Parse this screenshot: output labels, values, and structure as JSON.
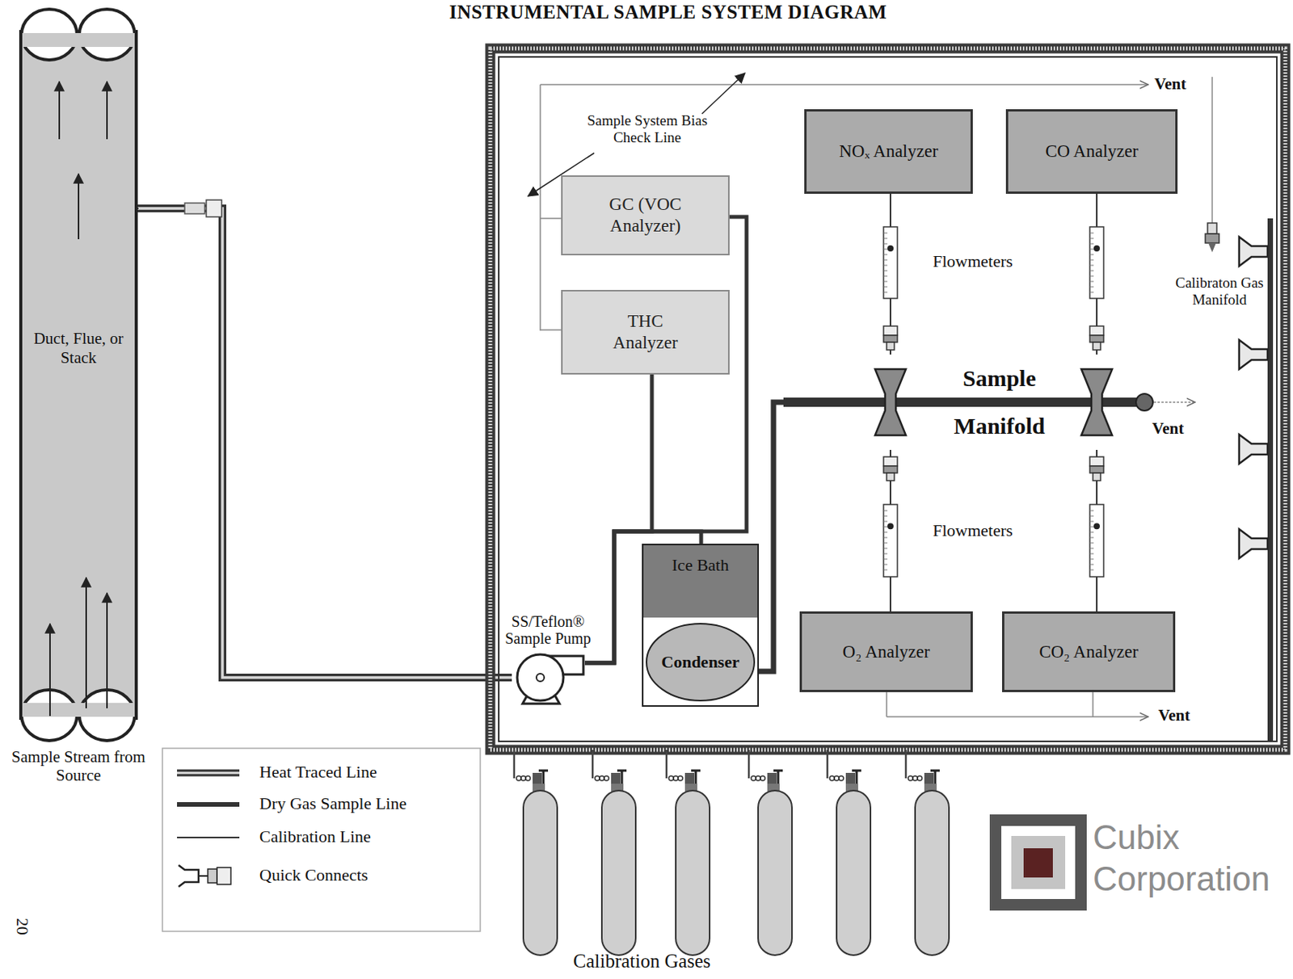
{
  "diagram": {
    "title": "INSTRUMENTAL SAMPLE SYSTEM DIAGRAM",
    "nodes": [
      {
        "text": [
          "Duct, Flue, or Stack",
          "Sample Stream from Source"
        ]
      },
      {
        "text": [
          "GC (VOC Analyzer)"
        ]
      },
      {
        "text": [
          "THC Analyzer"
        ]
      },
      {
        "text": [
          "NOₓ Analyzer"
        ]
      },
      {
        "text": [
          "CO Analyzer"
        ]
      },
      {
        "text": [
          "Sample Manifold"
        ]
      },
      {
        "text": [
          "SS/Teflon® Sample Pump"
        ]
      },
      {
        "text": [
          "Ice Bath"
        ]
      },
      {
        "text": [
          "Condenser"
        ],
        "in": 7
      },
      {
        "text": [
          "O₂ Analyzer"
        ]
      },
      {
        "text": [
          "CO₂ Analyzer"
        ]
      }
    ],
    "edges": [
      {
        "from": 0,
        "to": 6,
        "arrow": "none"
      },
      {
        "from": 6,
        "to": 2,
        "arrow": "none"
      },
      {
        "from": 6,
        "to": 1,
        "arrow": "none"
      },
      {
        "from": 6,
        "to": 7,
        "arrow": "none"
      },
      {
        "from": 8,
        "to": 5,
        "arrow": "none"
      },
      {
        "from": 5,
        "to": 3,
        "arrow": "none"
      },
      {
        "from": 5,
        "to": 4,
        "arrow": "none"
      },
      {
        "from": 5,
        "to": 9,
        "arrow": "none"
      },
      {
        "from": 5,
        "to": 10,
        "arrow": "none"
      }
    ],
    "labels": [
      "Vent",
      "Sample System Bias Check Line",
      "Flowmeters",
      "Calibraton Gas Manifold",
      "Vent",
      "Flowmeters",
      "Vent",
      "Calibration Gases",
      "Cubix Corporation",
      "20"
    ],
    "legend": [
      {
        "text": "Heat Traced Line"
      },
      {
        "text": "Dry Gas Sample Line"
      },
      {
        "text": "Calibration Line"
      },
      {
        "text": "Quick Connects"
      }
    ]
  }
}
